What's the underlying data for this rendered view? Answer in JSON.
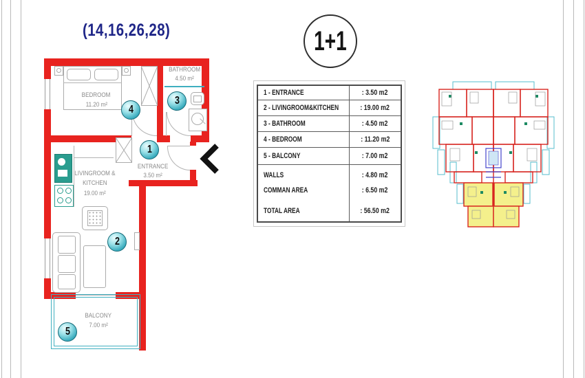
{
  "title": "(14,16,26,28)",
  "unit_type": "1+1",
  "rooms": {
    "entrance": {
      "badge": "1",
      "name": "ENTRANCE",
      "area": "3.50 m²"
    },
    "living": {
      "badge": "2",
      "name_line1": "LIVINGROOM &",
      "name_line2": "KITCHEN",
      "area": "19.00 m²"
    },
    "bathroom": {
      "badge": "3",
      "name": "BATHROOM",
      "area": "4.50 m²"
    },
    "bedroom": {
      "badge": "4",
      "name": "BEDROOM",
      "area": "11.20 m²"
    },
    "balcony": {
      "badge": "5",
      "name": "BALCONY",
      "area": "7.00 m²"
    }
  },
  "area_table": {
    "rows": [
      {
        "label": "1 - ENTRANCE",
        "value": ": 3.50 m2"
      },
      {
        "label": "2 - LIVINGROOM&KITCHEN",
        "value": ": 19.00 m2"
      },
      {
        "label": "3 - BATHROOM",
        "value": ": 4.50 m2"
      },
      {
        "label": "4 - BEDROOM",
        "value": ": 11.20 m2"
      },
      {
        "label": "5 - BALCONY",
        "value": ": 7.00 m2"
      }
    ],
    "summary": [
      {
        "label": "WALLS",
        "value": ": 4.80 m2"
      },
      {
        "label": "COMMAN AREA",
        "value": ": 6.50 m2"
      },
      {
        "label": "TOTAL AREA",
        "value": ": 56.50 m2"
      }
    ]
  },
  "colors": {
    "wall_red": "#e8231f",
    "accent_teal": "#3fafc0",
    "fixture_teal": "#2a9d8f",
    "title_blue": "#1f2688",
    "highlight_yellow": "#f4f08c"
  }
}
